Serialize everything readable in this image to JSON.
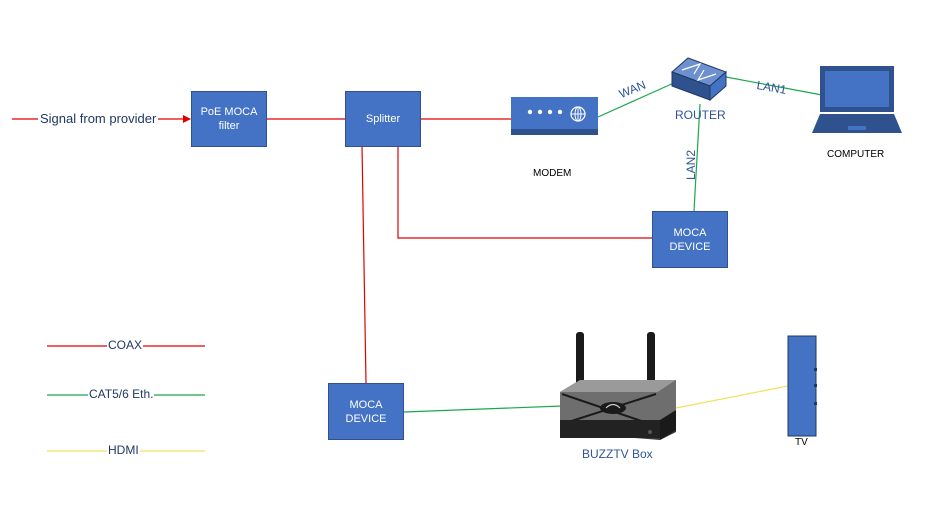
{
  "signal_label": "Signal from provider",
  "boxes": {
    "poe_filter": "PoE MOCA filter",
    "splitter": "Splitter",
    "moca_device_top": "MOCA DEVICE",
    "moca_device_bottom": "MOCA DEVICE"
  },
  "devices": {
    "modem": "MODEM",
    "router": "ROUTER",
    "computer": "COMPUTER",
    "buzztv": "BUZZTV Box",
    "tv": "TV"
  },
  "links": {
    "wan": "WAN",
    "lan1": "LAN1",
    "lan2": "LAN2"
  },
  "legend": [
    {
      "label": "COAX",
      "color": "#e00000"
    },
    {
      "label": "CAT5/6 Eth.",
      "color": "#1aa84a"
    },
    {
      "label": "HDMI",
      "color": "#f2e060"
    }
  ],
  "colors": {
    "coax": "#e00000",
    "ethernet": "#1aa84a",
    "hdmi": "#f2e060",
    "box_fill": "#4472c4"
  }
}
